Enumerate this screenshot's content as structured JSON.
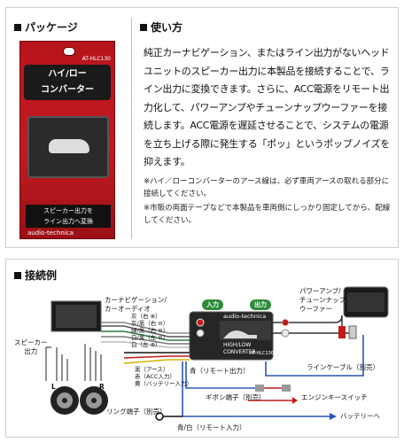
{
  "package_section": {
    "heading": "パッケージ",
    "product": {
      "model": "AT-HLC130",
      "title": "ハイ/ロー\nコンバーター",
      "feature": "スピーカー出力を\nライン出力へ変換",
      "brand": "audio-technica"
    }
  },
  "usage_section": {
    "heading": "使い方",
    "body": "純正カーナビゲーション、またはライン出力がないヘッドユニットのスピーカー出力に本製品を接続することで、ライン出力に変換できます。さらに、ACC電源をリモート出力化して、パワーアンプやチューンナップウーファーを接続します。ACC電源を遅延させることで、システムの電源を立ち上げる際に発生する「ポッ」というポップノイズを抑えます。",
    "notes": [
      "※ハイ／ローコンバーターのアース線は、必ず車両アースの取れる部分に接続してください。",
      "※市販の両面テープなどで本製品を車両側にしっかり固定してから、配線してください。"
    ]
  },
  "connection_section": {
    "heading": "接続例",
    "labels": {
      "car_navi": "カーナビゲーション/\nカーオーディオ",
      "speaker_out": "スピーカー\n出力",
      "L": "L",
      "R": "R",
      "input": "入力",
      "output": "出力",
      "power_amp": "パワーアンプ/\nチューンナップ\nウーファー",
      "device_name": "HIGH/LOW\nCONVERTER",
      "device_brand": "audio-technica",
      "device_model": "AT-HLC130",
      "line_cable": "ラインケーブル（別売）",
      "remote_out": "青（リモート出力）",
      "gibosi": "ギボシ端子（別売）",
      "engine_key": "エンジンキースイッチ",
      "ring_terminal": "リング端子（別売）",
      "remote_in": "青/白（リモート入力）",
      "battery": "バッテリーへ",
      "wires": [
        "灰（右 ⊕）",
        "灰/黒（右 ⊖）",
        "緑/黒（右 ⊖）",
        "白/黒（左 ⊖）",
        "白（左 ⊕）",
        "黒（アース）",
        "赤（ACC入力）",
        "黄（バッテリー入力）"
      ]
    }
  },
  "colors": {
    "package_red": "#b8141b",
    "wire_blue": "#2a55b8",
    "accent_green": "#2e8b3a"
  }
}
